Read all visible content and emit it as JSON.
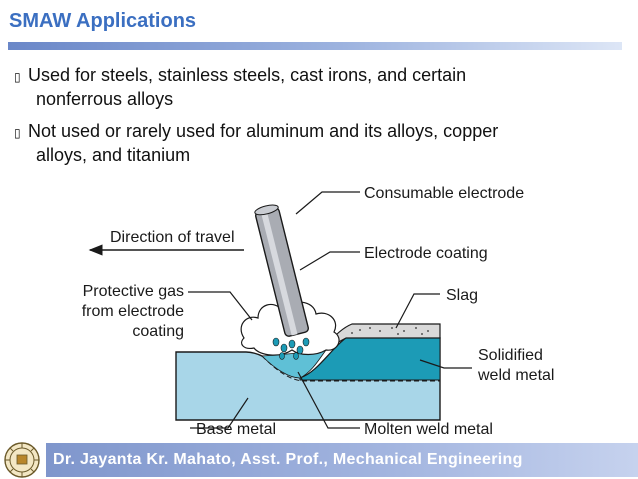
{
  "slide": {
    "title": "SMAW Applications",
    "bullets": [
      {
        "marker": "▯",
        "line1": "Used for steels, stainless steels, cast irons,  and certain",
        "line2": "nonferrous alloys"
      },
      {
        "marker": "▯",
        "line1": "Not used or rarely used for aluminum and its  alloys, copper",
        "line2": "alloys, and titanium"
      }
    ]
  },
  "diagram": {
    "labels": {
      "consumable_electrode": "Consumable electrode",
      "direction_of_travel": "Direction of travel",
      "electrode_coating": "Electrode coating",
      "protective_gas_1": "Protective gas",
      "protective_gas_2": "from electrode",
      "protective_gas_3": "coating",
      "slag": "Slag",
      "solidified_1": "Solidified",
      "solidified_2": "weld metal",
      "base_metal": "Base metal",
      "molten_weld_metal": "Molten weld metal"
    },
    "colors": {
      "base_metal": "#a8d6e8",
      "weld_metal": "#1c9bb6",
      "electrode": "#a9acb3",
      "slag": "#d9d9d9"
    }
  },
  "footer": {
    "text": "Dr. Jayanta Kr. Mahato, Asst. Prof., Mechanical Engineering",
    "logo_icon": "university-emblem-icon"
  }
}
